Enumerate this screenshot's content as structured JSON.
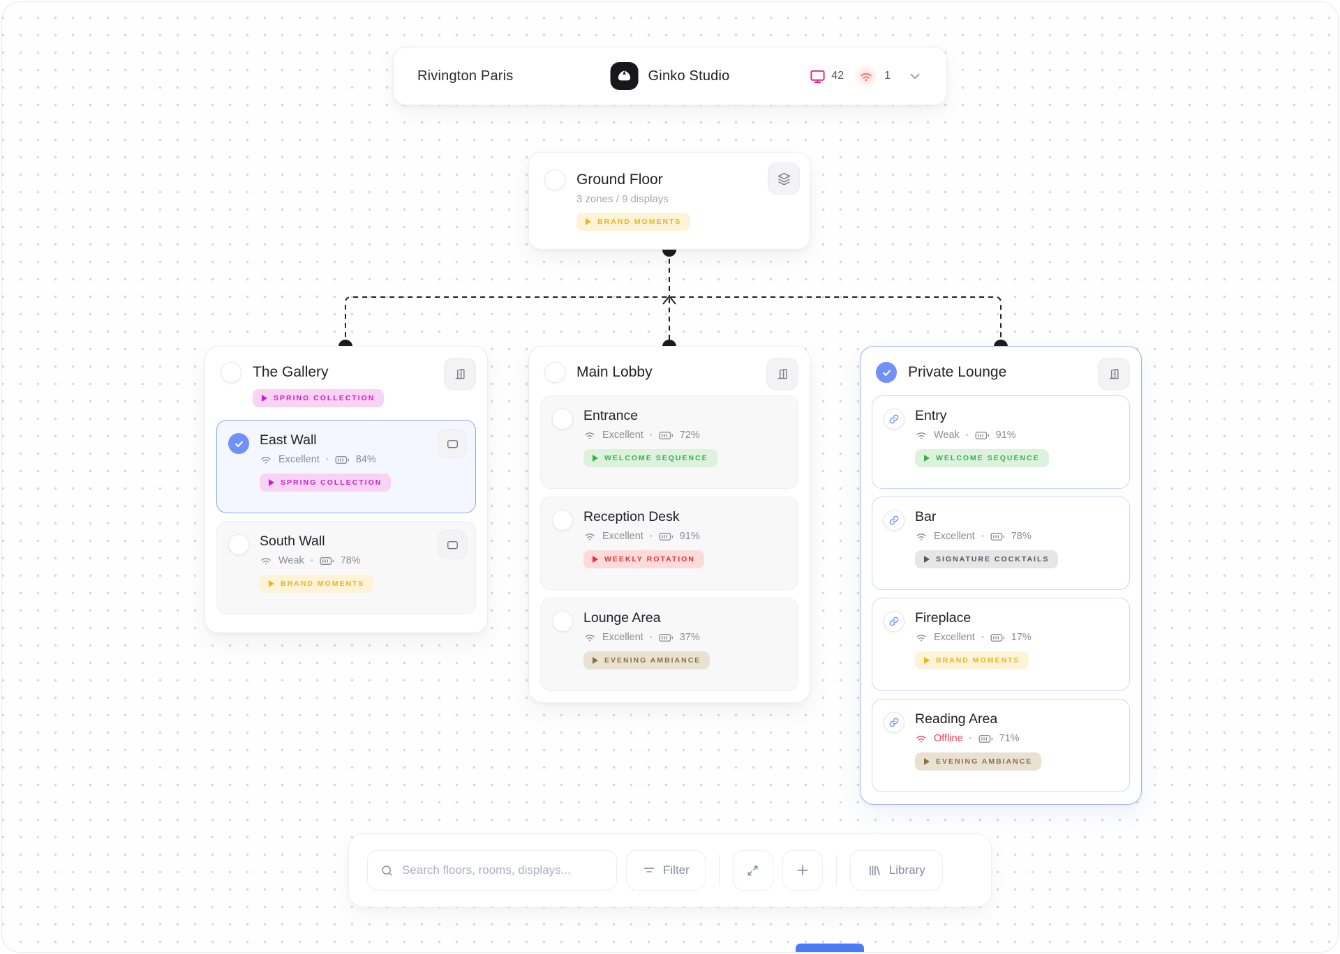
{
  "header": {
    "location": "Rivington Paris",
    "brand": "Ginko Studio",
    "online_displays": "42",
    "alerts": "1"
  },
  "floor": {
    "name": "Ground Floor",
    "meta": "3 zones / 9 displays",
    "playlist": "BRAND MOMENTS"
  },
  "rooms": [
    {
      "name": "The Gallery",
      "playlist": "SPRING COLLECTION",
      "displays": [
        {
          "name": "East Wall",
          "signal": "Excellent",
          "battery": "84%",
          "playlist": "SPRING COLLECTION"
        },
        {
          "name": "South Wall",
          "signal": "Weak",
          "battery": "78%",
          "playlist": "BRAND MOMENTS"
        }
      ]
    },
    {
      "name": "Main Lobby",
      "displays": [
        {
          "name": "Entrance",
          "signal": "Excellent",
          "battery": "72%",
          "playlist": "WELCOME SEQUENCE"
        },
        {
          "name": "Reception Desk",
          "signal": "Excellent",
          "battery": "91%",
          "playlist": "WEEKLY ROTATION"
        },
        {
          "name": "Lounge Area",
          "signal": "Excellent",
          "battery": "37%",
          "playlist": "EVENING AMBIANCE"
        }
      ]
    },
    {
      "name": "Private Lounge",
      "displays": [
        {
          "name": "Entry",
          "signal": "Weak",
          "battery": "91%",
          "playlist": "WELCOME SEQUENCE"
        },
        {
          "name": "Bar",
          "signal": "Excellent",
          "battery": "78%",
          "playlist": "SIGNATURE COCKTAILS"
        },
        {
          "name": "Fireplace",
          "signal": "Excellent",
          "battery": "17%",
          "playlist": "BRAND MOMENTS"
        },
        {
          "name": "Reading Area",
          "signal": "Offline",
          "battery": "71%",
          "playlist": "EVENING AMBIANCE"
        }
      ]
    }
  ],
  "toolbar": {
    "search_placeholder": "Search floors, rooms, displays...",
    "filter_label": "Filter",
    "library_label": "Library"
  },
  "colors": {
    "display_count_accent": "#ec1a80",
    "alert_accent": "#f87171",
    "selection_blue": "#7291f8",
    "badge_amber": "#edb422",
    "badge_pink": "#cb1ecb",
    "badge_green": "#35b24a",
    "badge_red": "#ea2f2b",
    "badge_tan": "#8d6f43",
    "offline_red": "#f43f4f"
  }
}
